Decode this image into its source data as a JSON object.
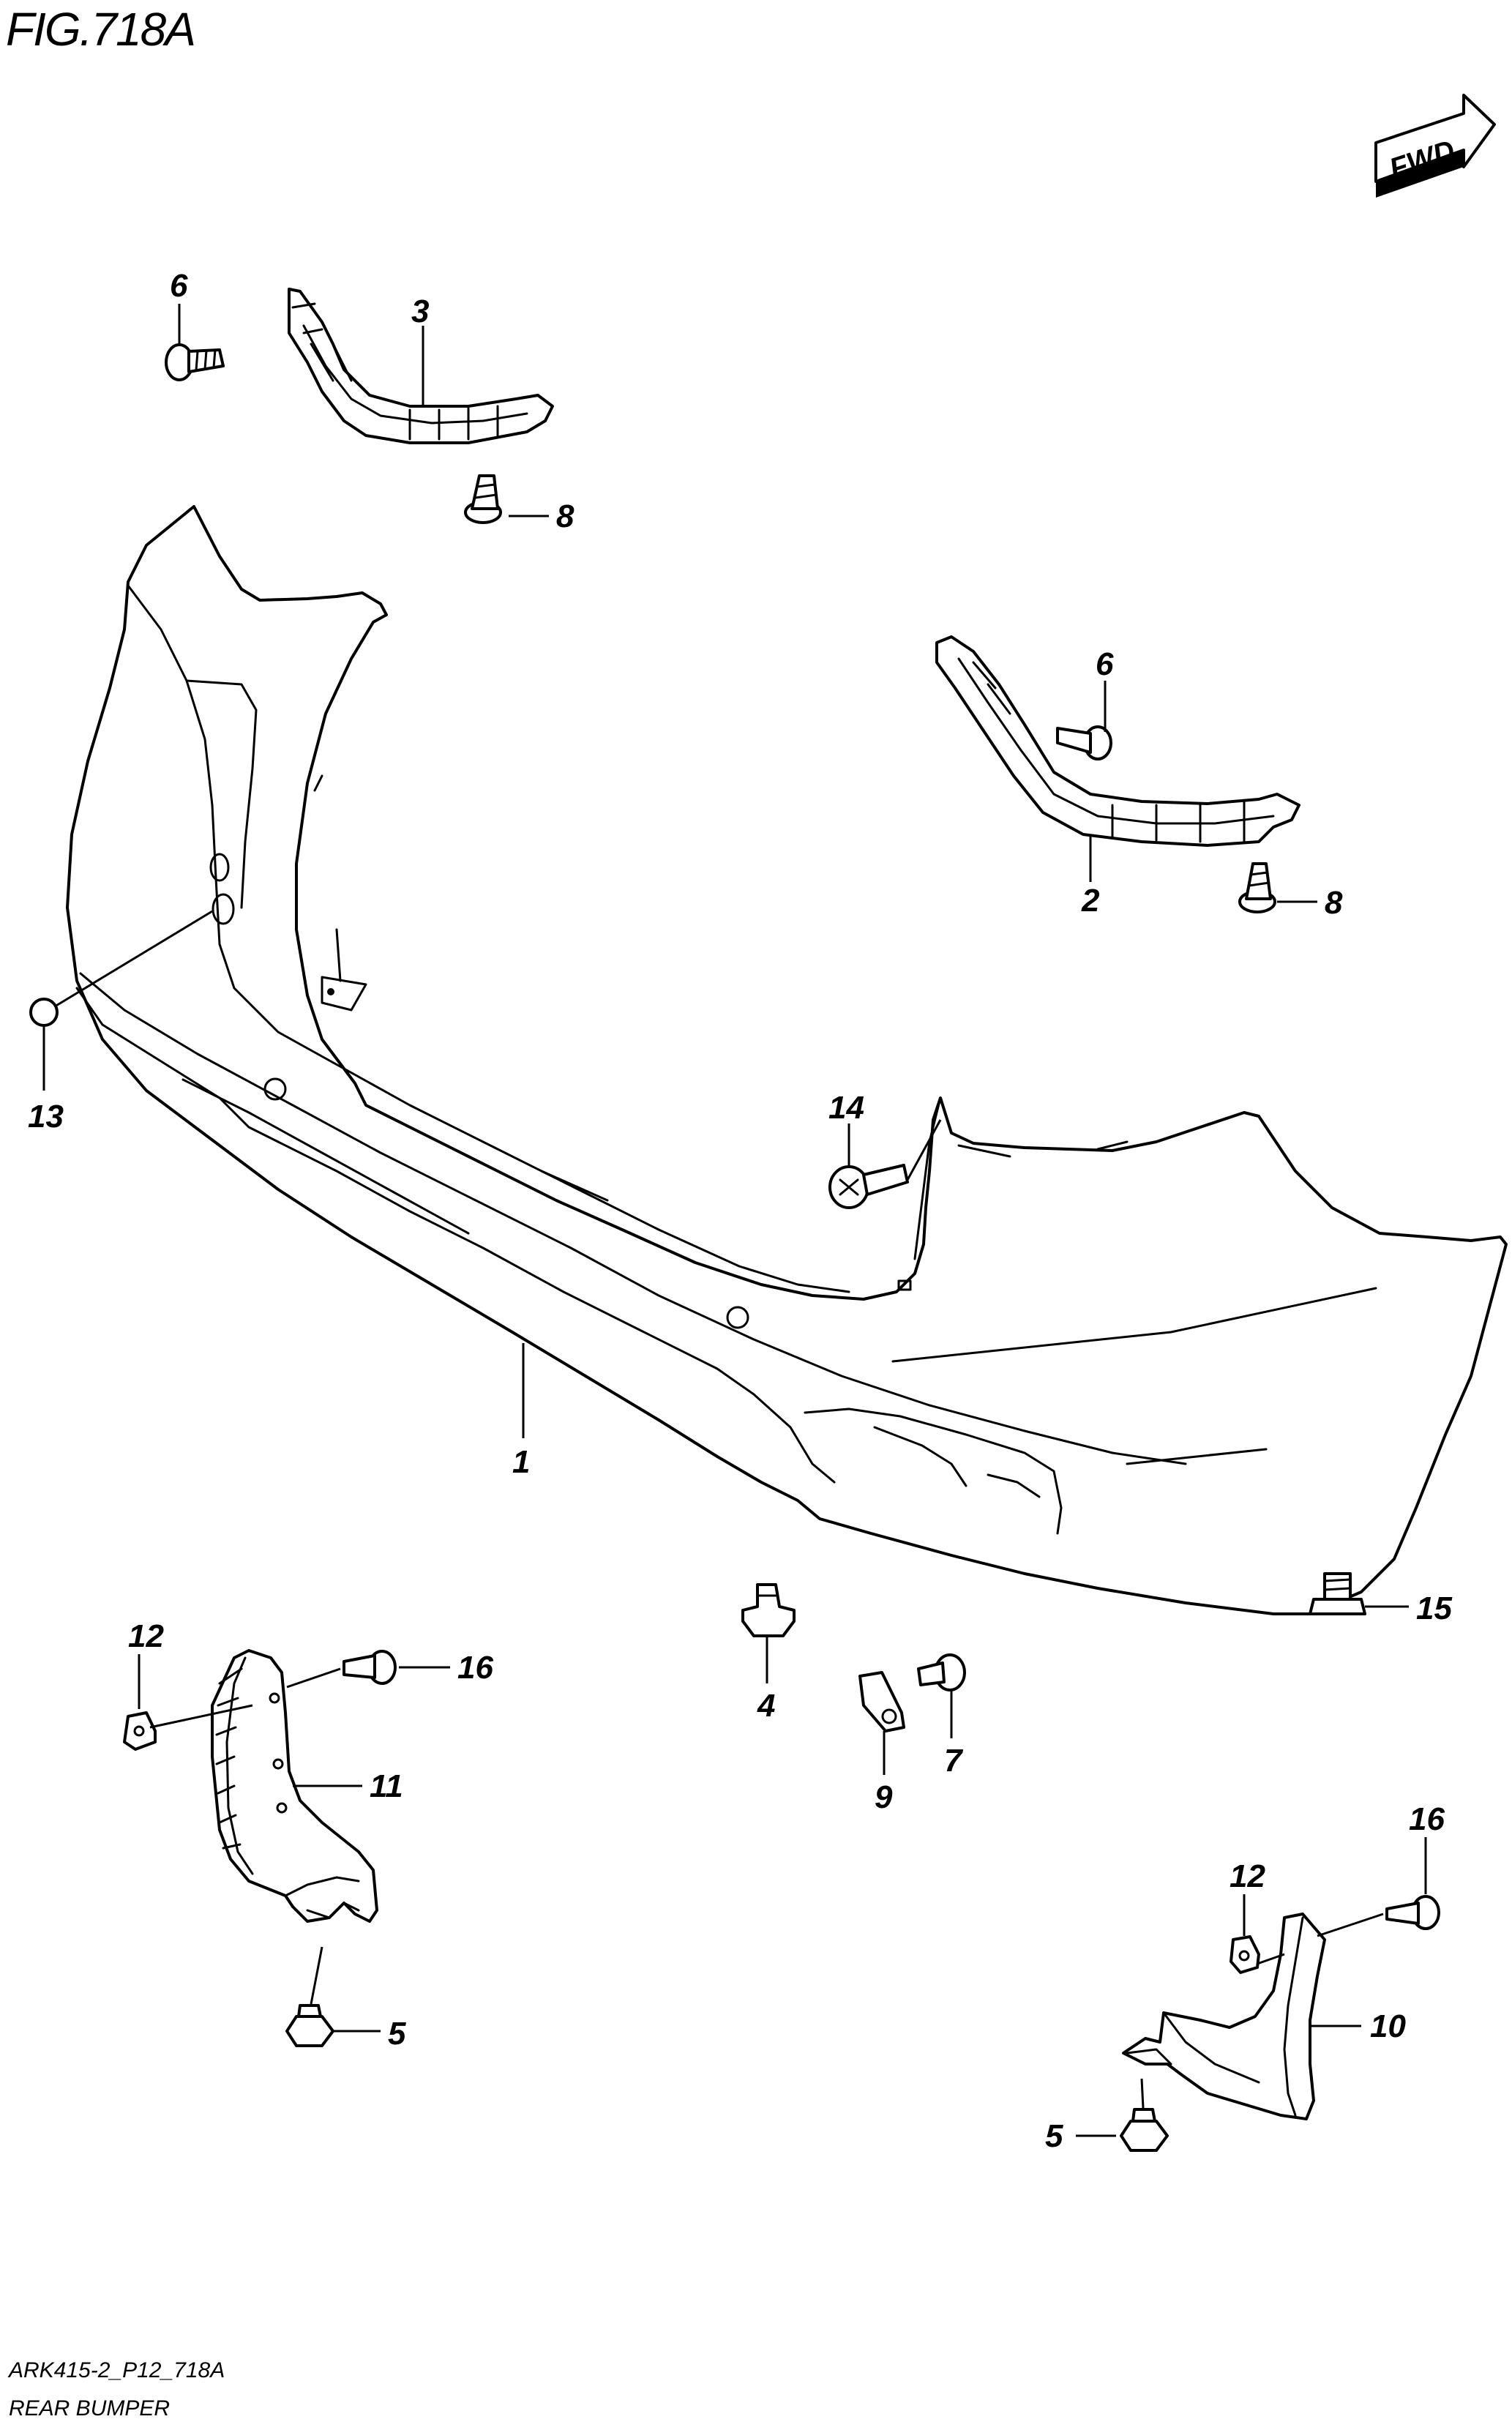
{
  "figure": {
    "title": "FIG.718A",
    "fwd_label": "FWD",
    "code": "ARK415-2_P12_718A",
    "name": "REAR BUMPER"
  },
  "callouts": {
    "c1": "1",
    "c2": "2",
    "c3": "3",
    "c4": "4",
    "c5a": "5",
    "c5b": "5",
    "c6a": "6",
    "c6b": "6",
    "c7": "7",
    "c8a": "8",
    "c8b": "8",
    "c9": "9",
    "c10": "10",
    "c11": "11",
    "c12a": "12",
    "c12b": "12",
    "c13": "13",
    "c14": "14",
    "c15": "15",
    "c16a": "16",
    "c16b": "16"
  },
  "colors": {
    "ink": "#000000",
    "paper": "#ffffff"
  }
}
